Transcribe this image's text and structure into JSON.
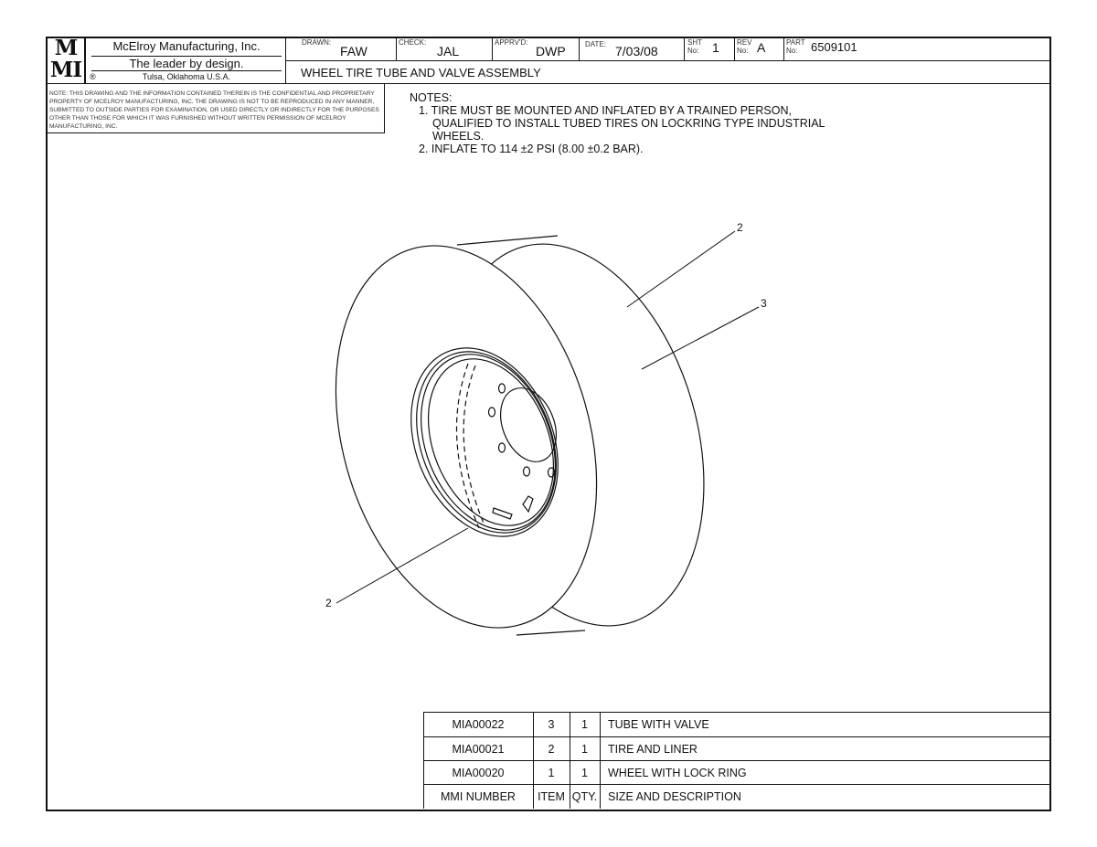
{
  "title_block": {
    "logo": "MMI",
    "company": "McElroy Manufacturing, Inc.",
    "tagline": "The leader by design.",
    "location": "Tulsa, Oklahoma U.S.A.",
    "registered_mark": "®",
    "drawn_label": "DRAWN:",
    "drawn": "FAW",
    "check_label": "CHECK:",
    "check": "JAL",
    "apprvd_label": "APPRV'D:",
    "apprvd": "DWP",
    "date_label": "DATE:",
    "date": "7/03/08",
    "sht_label_1": "SHT",
    "sht_label_2": "No:",
    "sht": "1",
    "rev_label_1": "REV",
    "rev_label_2": "No:",
    "rev": "A",
    "part_label_1": "PART",
    "part_label_2": "No:",
    "part": "6509101",
    "drawing_title": "WHEEL TIRE TUBE AND VALVE ASSEMBLY"
  },
  "confidential_note": "NOTE: THIS DRAWING AND THE INFORMATION CONTAINED THEREIN IS THE CONFIDENTIAL AND PROPRIETARY PROPERTY OF McElroy Manufacturing, Inc. THE DRAWING IS NOT TO BE REPRODUCED IN ANY MANNER, SUBMITTED TO OUTSIDE PARTIES FOR EXAMINATION, OR USED DIRECTLY OR INDIRECTLY FOR THE PURPOSES OTHER THAN THOSE FOR WHICH IT WAS FURNISHED WITHOUT WRITTEN PERMISSION OF McElroy Manufacturing, Inc.",
  "notes": {
    "heading": "NOTES:",
    "items": [
      "1. TIRE MUST BE MOUNTED AND INFLATED BY A TRAINED PERSON,",
      "QUALIFIED TO INSTALL TUBED TIRES ON LOCKRING TYPE INDUSTRIAL",
      "WHEELS.",
      "2. INFLATE TO 114  ±2 PSI (8.00  ±0.2 BAR)."
    ]
  },
  "callouts": [
    "2",
    "3",
    "2"
  ],
  "bom": {
    "rows": [
      {
        "mmi": "MIA00022",
        "item": "3",
        "qty": "1",
        "desc": "TUBE WITH VALVE"
      },
      {
        "mmi": "MIA00021",
        "item": "2",
        "qty": "1",
        "desc": "TIRE AND LINER"
      },
      {
        "mmi": "MIA00020",
        "item": "1",
        "qty": "1",
        "desc": "WHEEL WITH LOCK RING"
      }
    ],
    "header": {
      "mmi": "MMI NUMBER",
      "item": "ITEM",
      "qty": "QTY.",
      "desc": "SIZE AND DESCRIPTION"
    }
  }
}
